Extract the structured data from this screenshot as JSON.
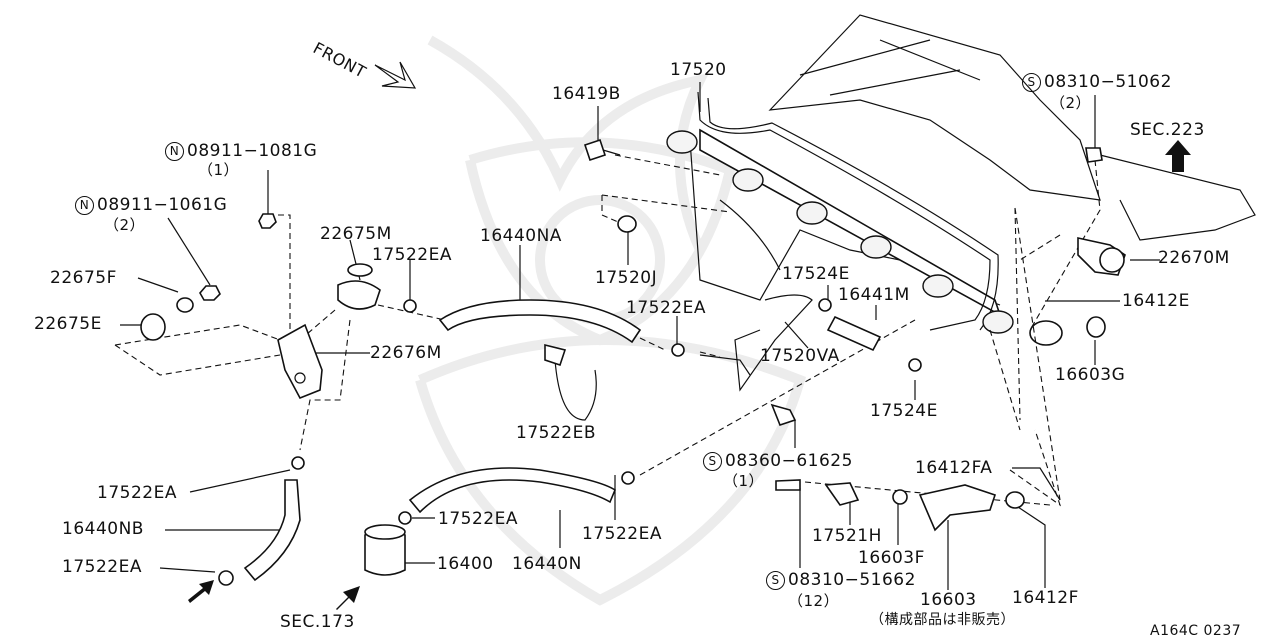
{
  "front_label": "FRONT",
  "sec223": "SEC.223",
  "sec173": "SEC.173",
  "footer_code": "A164C 0237",
  "not_for_sale_note": "（構成部品は非販売）",
  "callouts": {
    "c17520": "17520",
    "c16419B": "16419B",
    "c08310_51062": "08310−51062",
    "c08310_51062_qty": "（2）",
    "c08911_1081G": "08911−1081G",
    "c08911_1081G_qty": "（1）",
    "c08911_1061G": "08911−1061G",
    "c08911_1061G_qty": "（2）",
    "c22675F": "22675F",
    "c22675E": "22675E",
    "c22675M": "22675M",
    "c17522EA_top": "17522EA",
    "c16440NA": "16440NA",
    "c17520J": "17520J",
    "c17522EA_mid": "17522EA",
    "c17524E_top": "17524E",
    "c16441M": "16441M",
    "c22670M": "22670M",
    "c16412E": "16412E",
    "c22676M": "22676M",
    "c17520VA": "17520VA",
    "c16603G": "16603G",
    "c17522EB": "17522EB",
    "c17524E_bot": "17524E",
    "c08360_61625": "08360−61625",
    "c08360_61625_qty": "（1）",
    "c16412FA": "16412FA",
    "c17522EA_left1": "17522EA",
    "c16440NB": "16440NB",
    "c17522EA_left2": "17522EA",
    "c17522EA_low": "17522EA",
    "c17522EA_right": "17522EA",
    "c17521H": "17521H",
    "c16603F": "16603F",
    "c16400": "16400",
    "c16440N": "16440N",
    "c08310_51662": "08310−51662",
    "c08310_51662_qty": "（12）",
    "c16603": "16603",
    "c16412F": "16412F"
  },
  "symbols": {
    "n": "N",
    "s": "S"
  }
}
